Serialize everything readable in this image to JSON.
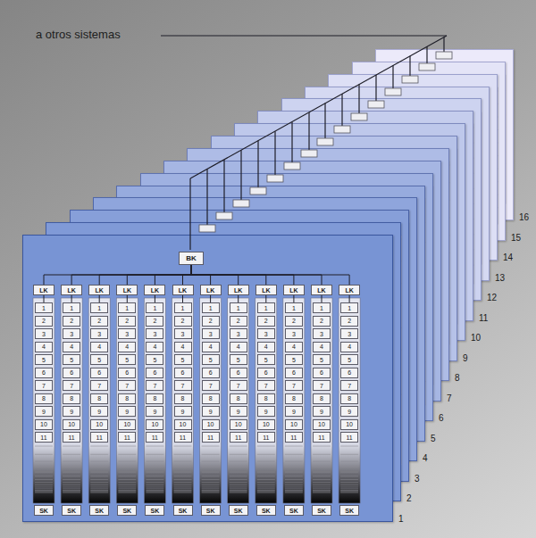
{
  "diagram": {
    "nodes": [
      {
        "text": [
          "1"
        ]
      },
      {
        "text": [
          "BK"
        ],
        "in": 0
      },
      {
        "text": [
          "LK"
        ],
        "in": 0
      },
      {
        "text": [
          "LK"
        ],
        "in": 0
      },
      {
        "text": [
          "LK"
        ],
        "in": 0
      },
      {
        "text": [
          "LK"
        ],
        "in": 0
      },
      {
        "text": [
          "LK"
        ],
        "in": 0
      },
      {
        "text": [
          "LK"
        ],
        "in": 0
      },
      {
        "text": [
          "LK"
        ],
        "in": 0
      },
      {
        "text": [
          "LK"
        ],
        "in": 0
      },
      {
        "text": [
          "LK"
        ],
        "in": 0
      },
      {
        "text": [
          "LK"
        ],
        "in": 0
      },
      {
        "text": [
          "LK"
        ],
        "in": 0
      },
      {
        "text": [
          "LK"
        ],
        "in": 0
      },
      {
        "text": [
          "1"
        ],
        "in": 0
      },
      {
        "text": [
          "2"
        ],
        "in": 0
      },
      {
        "text": [
          "3"
        ],
        "in": 0
      },
      {
        "text": [
          "4"
        ],
        "in": 0
      },
      {
        "text": [
          "5"
        ],
        "in": 0
      },
      {
        "text": [
          "6"
        ],
        "in": 0
      },
      {
        "text": [
          "7"
        ],
        "in": 0
      },
      {
        "text": [
          "8"
        ],
        "in": 0
      },
      {
        "text": [
          "9"
        ],
        "in": 0
      },
      {
        "text": [
          "10"
        ],
        "in": 0
      },
      {
        "text": [
          "11"
        ],
        "in": 0
      },
      {
        "text": [
          "1"
        ],
        "in": 0
      },
      {
        "text": [
          "2"
        ],
        "in": 0
      },
      {
        "text": [
          "3"
        ],
        "in": 0
      },
      {
        "text": [
          "4"
        ],
        "in": 0
      },
      {
        "text": [
          "5"
        ],
        "in": 0
      },
      {
        "text": [
          "6"
        ],
        "in": 0
      },
      {
        "text": [
          "7"
        ],
        "in": 0
      },
      {
        "text": [
          "8"
        ],
        "in": 0
      },
      {
        "text": [
          "9"
        ],
        "in": 0
      },
      {
        "text": [
          "10"
        ],
        "in": 0
      },
      {
        "text": [
          "11"
        ],
        "in": 0
      },
      {
        "text": [
          "1"
        ],
        "in": 0
      },
      {
        "text": [
          "2"
        ],
        "in": 0
      },
      {
        "text": [
          "3"
        ],
        "in": 0
      },
      {
        "text": [
          "4"
        ],
        "in": 0
      },
      {
        "text": [
          "5"
        ],
        "in": 0
      },
      {
        "text": [
          "6"
        ],
        "in": 0
      },
      {
        "text": [
          "7"
        ],
        "in": 0
      },
      {
        "text": [
          "8"
        ],
        "in": 0
      },
      {
        "text": [
          "9"
        ],
        "in": 0
      },
      {
        "text": [
          "10"
        ],
        "in": 0
      },
      {
        "text": [
          "11"
        ],
        "in": 0
      },
      {
        "text": [
          "1"
        ],
        "in": 0
      },
      {
        "text": [
          "2"
        ],
        "in": 0
      },
      {
        "text": [
          "3"
        ],
        "in": 0
      },
      {
        "text": [
          "4"
        ],
        "in": 0
      },
      {
        "text": [
          "5"
        ],
        "in": 0
      },
      {
        "text": [
          "6"
        ],
        "in": 0
      },
      {
        "text": [
          "7"
        ],
        "in": 0
      },
      {
        "text": [
          "8"
        ],
        "in": 0
      },
      {
        "text": [
          "9"
        ],
        "in": 0
      },
      {
        "text": [
          "10"
        ],
        "in": 0
      },
      {
        "text": [
          "11"
        ],
        "in": 0
      },
      {
        "text": [
          "1"
        ],
        "in": 0
      },
      {
        "text": [
          "2"
        ],
        "in": 0
      },
      {
        "text": [
          "3"
        ],
        "in": 0
      },
      {
        "text": [
          "4"
        ],
        "in": 0
      },
      {
        "text": [
          "5"
        ],
        "in": 0
      },
      {
        "text": [
          "6"
        ],
        "in": 0
      },
      {
        "text": [
          "7"
        ],
        "in": 0
      },
      {
        "text": [
          "8"
        ],
        "in": 0
      },
      {
        "text": [
          "9"
        ],
        "in": 0
      },
      {
        "text": [
          "10"
        ],
        "in": 0
      },
      {
        "text": [
          "11"
        ],
        "in": 0
      },
      {
        "text": [
          "1"
        ],
        "in": 0
      },
      {
        "text": [
          "2"
        ],
        "in": 0
      },
      {
        "text": [
          "3"
        ],
        "in": 0
      },
      {
        "text": [
          "4"
        ],
        "in": 0
      },
      {
        "text": [
          "5"
        ],
        "in": 0
      },
      {
        "text": [
          "6"
        ],
        "in": 0
      },
      {
        "text": [
          "7"
        ],
        "in": 0
      },
      {
        "text": [
          "8"
        ],
        "in": 0
      },
      {
        "text": [
          "9"
        ],
        "in": 0
      },
      {
        "text": [
          "10"
        ],
        "in": 0
      },
      {
        "text": [
          "11"
        ],
        "in": 0
      },
      {
        "text": [
          "1"
        ],
        "in": 0
      },
      {
        "text": [
          "2"
        ],
        "in": 0
      },
      {
        "text": [
          "3"
        ],
        "in": 0
      },
      {
        "text": [
          "4"
        ],
        "in": 0
      },
      {
        "text": [
          "5"
        ],
        "in": 0
      },
      {
        "text": [
          "6"
        ],
        "in": 0
      },
      {
        "text": [
          "7"
        ],
        "in": 0
      },
      {
        "text": [
          "8"
        ],
        "in": 0
      },
      {
        "text": [
          "9"
        ],
        "in": 0
      },
      {
        "text": [
          "10"
        ],
        "in": 0
      },
      {
        "text": [
          "11"
        ],
        "in": 0
      },
      {
        "text": [
          "1"
        ],
        "in": 0
      },
      {
        "text": [
          "2"
        ],
        "in": 0
      },
      {
        "text": [
          "3"
        ],
        "in": 0
      },
      {
        "text": [
          "4"
        ],
        "in": 0
      },
      {
        "text": [
          "5"
        ],
        "in": 0
      },
      {
        "text": [
          "6"
        ],
        "in": 0
      },
      {
        "text": [
          "7"
        ],
        "in": 0
      },
      {
        "text": [
          "8"
        ],
        "in": 0
      },
      {
        "text": [
          "9"
        ],
        "in": 0
      },
      {
        "text": [
          "10"
        ],
        "in": 0
      },
      {
        "text": [
          "11"
        ],
        "in": 0
      },
      {
        "text": [
          "1"
        ],
        "in": 0
      },
      {
        "text": [
          "2"
        ],
        "in": 0
      },
      {
        "text": [
          "3"
        ],
        "in": 0
      },
      {
        "text": [
          "4"
        ],
        "in": 0
      },
      {
        "text": [
          "5"
        ],
        "in": 0
      },
      {
        "text": [
          "6"
        ],
        "in": 0
      },
      {
        "text": [
          "7"
        ],
        "in": 0
      },
      {
        "text": [
          "8"
        ],
        "in": 0
      },
      {
        "text": [
          "9"
        ],
        "in": 0
      },
      {
        "text": [
          "10"
        ],
        "in": 0
      },
      {
        "text": [
          "11"
        ],
        "in": 0
      },
      {
        "text": [
          "1"
        ],
        "in": 0
      },
      {
        "text": [
          "2"
        ],
        "in": 0
      },
      {
        "text": [
          "3"
        ],
        "in": 0
      },
      {
        "text": [
          "4"
        ],
        "in": 0
      },
      {
        "text": [
          "5"
        ],
        "in": 0
      },
      {
        "text": [
          "6"
        ],
        "in": 0
      },
      {
        "text": [
          "7"
        ],
        "in": 0
      },
      {
        "text": [
          "8"
        ],
        "in": 0
      },
      {
        "text": [
          "9"
        ],
        "in": 0
      },
      {
        "text": [
          "10"
        ],
        "in": 0
      },
      {
        "text": [
          "11"
        ],
        "in": 0
      },
      {
        "text": [
          "1"
        ],
        "in": 0
      },
      {
        "text": [
          "2"
        ],
        "in": 0
      },
      {
        "text": [
          "3"
        ],
        "in": 0
      },
      {
        "text": [
          "4"
        ],
        "in": 0
      },
      {
        "text": [
          "5"
        ],
        "in": 0
      },
      {
        "text": [
          "6"
        ],
        "in": 0
      },
      {
        "text": [
          "7"
        ],
        "in": 0
      },
      {
        "text": [
          "8"
        ],
        "in": 0
      },
      {
        "text": [
          "9"
        ],
        "in": 0
      },
      {
        "text": [
          "10"
        ],
        "in": 0
      },
      {
        "text": [
          "11"
        ],
        "in": 0
      },
      {
        "text": [
          "1"
        ],
        "in": 0
      },
      {
        "text": [
          "2"
        ],
        "in": 0
      },
      {
        "text": [
          "3"
        ],
        "in": 0
      },
      {
        "text": [
          "4"
        ],
        "in": 0
      },
      {
        "text": [
          "5"
        ],
        "in": 0
      },
      {
        "text": [
          "6"
        ],
        "in": 0
      },
      {
        "text": [
          "7"
        ],
        "in": 0
      },
      {
        "text": [
          "8"
        ],
        "in": 0
      },
      {
        "text": [
          "9"
        ],
        "in": 0
      },
      {
        "text": [
          "10"
        ],
        "in": 0
      },
      {
        "text": [
          "11"
        ],
        "in": 0
      },
      {
        "text": [
          "SK"
        ],
        "in": 0
      },
      {
        "text": [
          "SK"
        ],
        "in": 0
      },
      {
        "text": [
          "SK"
        ],
        "in": 0
      },
      {
        "text": [
          "SK"
        ],
        "in": 0
      },
      {
        "text": [
          "SK"
        ],
        "in": 0
      },
      {
        "text": [
          "SK"
        ],
        "in": 0
      },
      {
        "text": [
          "SK"
        ],
        "in": 0
      },
      {
        "text": [
          "SK"
        ],
        "in": 0
      },
      {
        "text": [
          "SK"
        ],
        "in": 0
      },
      {
        "text": [
          "SK"
        ],
        "in": 0
      },
      {
        "text": [
          "SK"
        ],
        "in": 0
      },
      {
        "text": [
          "SK"
        ],
        "in": 0
      },
      {
        "text": [
          "2"
        ]
      },
      {
        "text": [
          "3"
        ]
      },
      {
        "text": [
          "4"
        ]
      },
      {
        "text": [
          "5"
        ]
      },
      {
        "text": [
          "6"
        ]
      },
      {
        "text": [
          "7"
        ]
      },
      {
        "text": [
          "8"
        ]
      },
      {
        "text": [
          "9"
        ]
      },
      {
        "text": [
          "10"
        ]
      },
      {
        "text": [
          "11"
        ]
      },
      {
        "text": [
          "12"
        ]
      },
      {
        "text": [
          "13"
        ]
      },
      {
        "text": [
          "14"
        ]
      },
      {
        "text": [
          "15"
        ]
      },
      {
        "text": [
          "16"
        ]
      }
    ],
    "edges": [
      {
        "from": 1,
        "to": 2,
        "arrow": "none"
      },
      {
        "from": 1,
        "to": 3,
        "arrow": "none"
      },
      {
        "from": 1,
        "to": 4,
        "arrow": "none"
      },
      {
        "from": 1,
        "to": 5,
        "arrow": "none"
      },
      {
        "from": 1,
        "to": 6,
        "arrow": "none"
      },
      {
        "from": 1,
        "to": 7,
        "arrow": "none"
      },
      {
        "from": 1,
        "to": 8,
        "arrow": "none"
      },
      {
        "from": 1,
        "to": 9,
        "arrow": "none"
      },
      {
        "from": 1,
        "to": 10,
        "arrow": "none"
      },
      {
        "from": 1,
        "to": 11,
        "arrow": "none"
      },
      {
        "from": 1,
        "to": 12,
        "arrow": "none"
      },
      {
        "from": 1,
        "to": 13,
        "arrow": "none"
      },
      {
        "from": 2,
        "to": 14,
        "arrow": "none"
      },
      {
        "from": 3,
        "to": 25,
        "arrow": "none"
      },
      {
        "from": 4,
        "to": 36,
        "arrow": "none"
      },
      {
        "from": 5,
        "to": 47,
        "arrow": "none"
      },
      {
        "from": 6,
        "to": 58,
        "arrow": "none"
      },
      {
        "from": 7,
        "to": 69,
        "arrow": "none"
      },
      {
        "from": 8,
        "to": 80,
        "arrow": "none"
      },
      {
        "from": 9,
        "to": 91,
        "arrow": "none"
      },
      {
        "from": 10,
        "to": 102,
        "arrow": "none"
      },
      {
        "from": 11,
        "to": 113,
        "arrow": "none"
      },
      {
        "from": 12,
        "to": 124,
        "arrow": "none"
      },
      {
        "from": 13,
        "to": 135,
        "arrow": "none"
      }
    ],
    "labels": [
      "a otros sistemas"
    ]
  }
}
